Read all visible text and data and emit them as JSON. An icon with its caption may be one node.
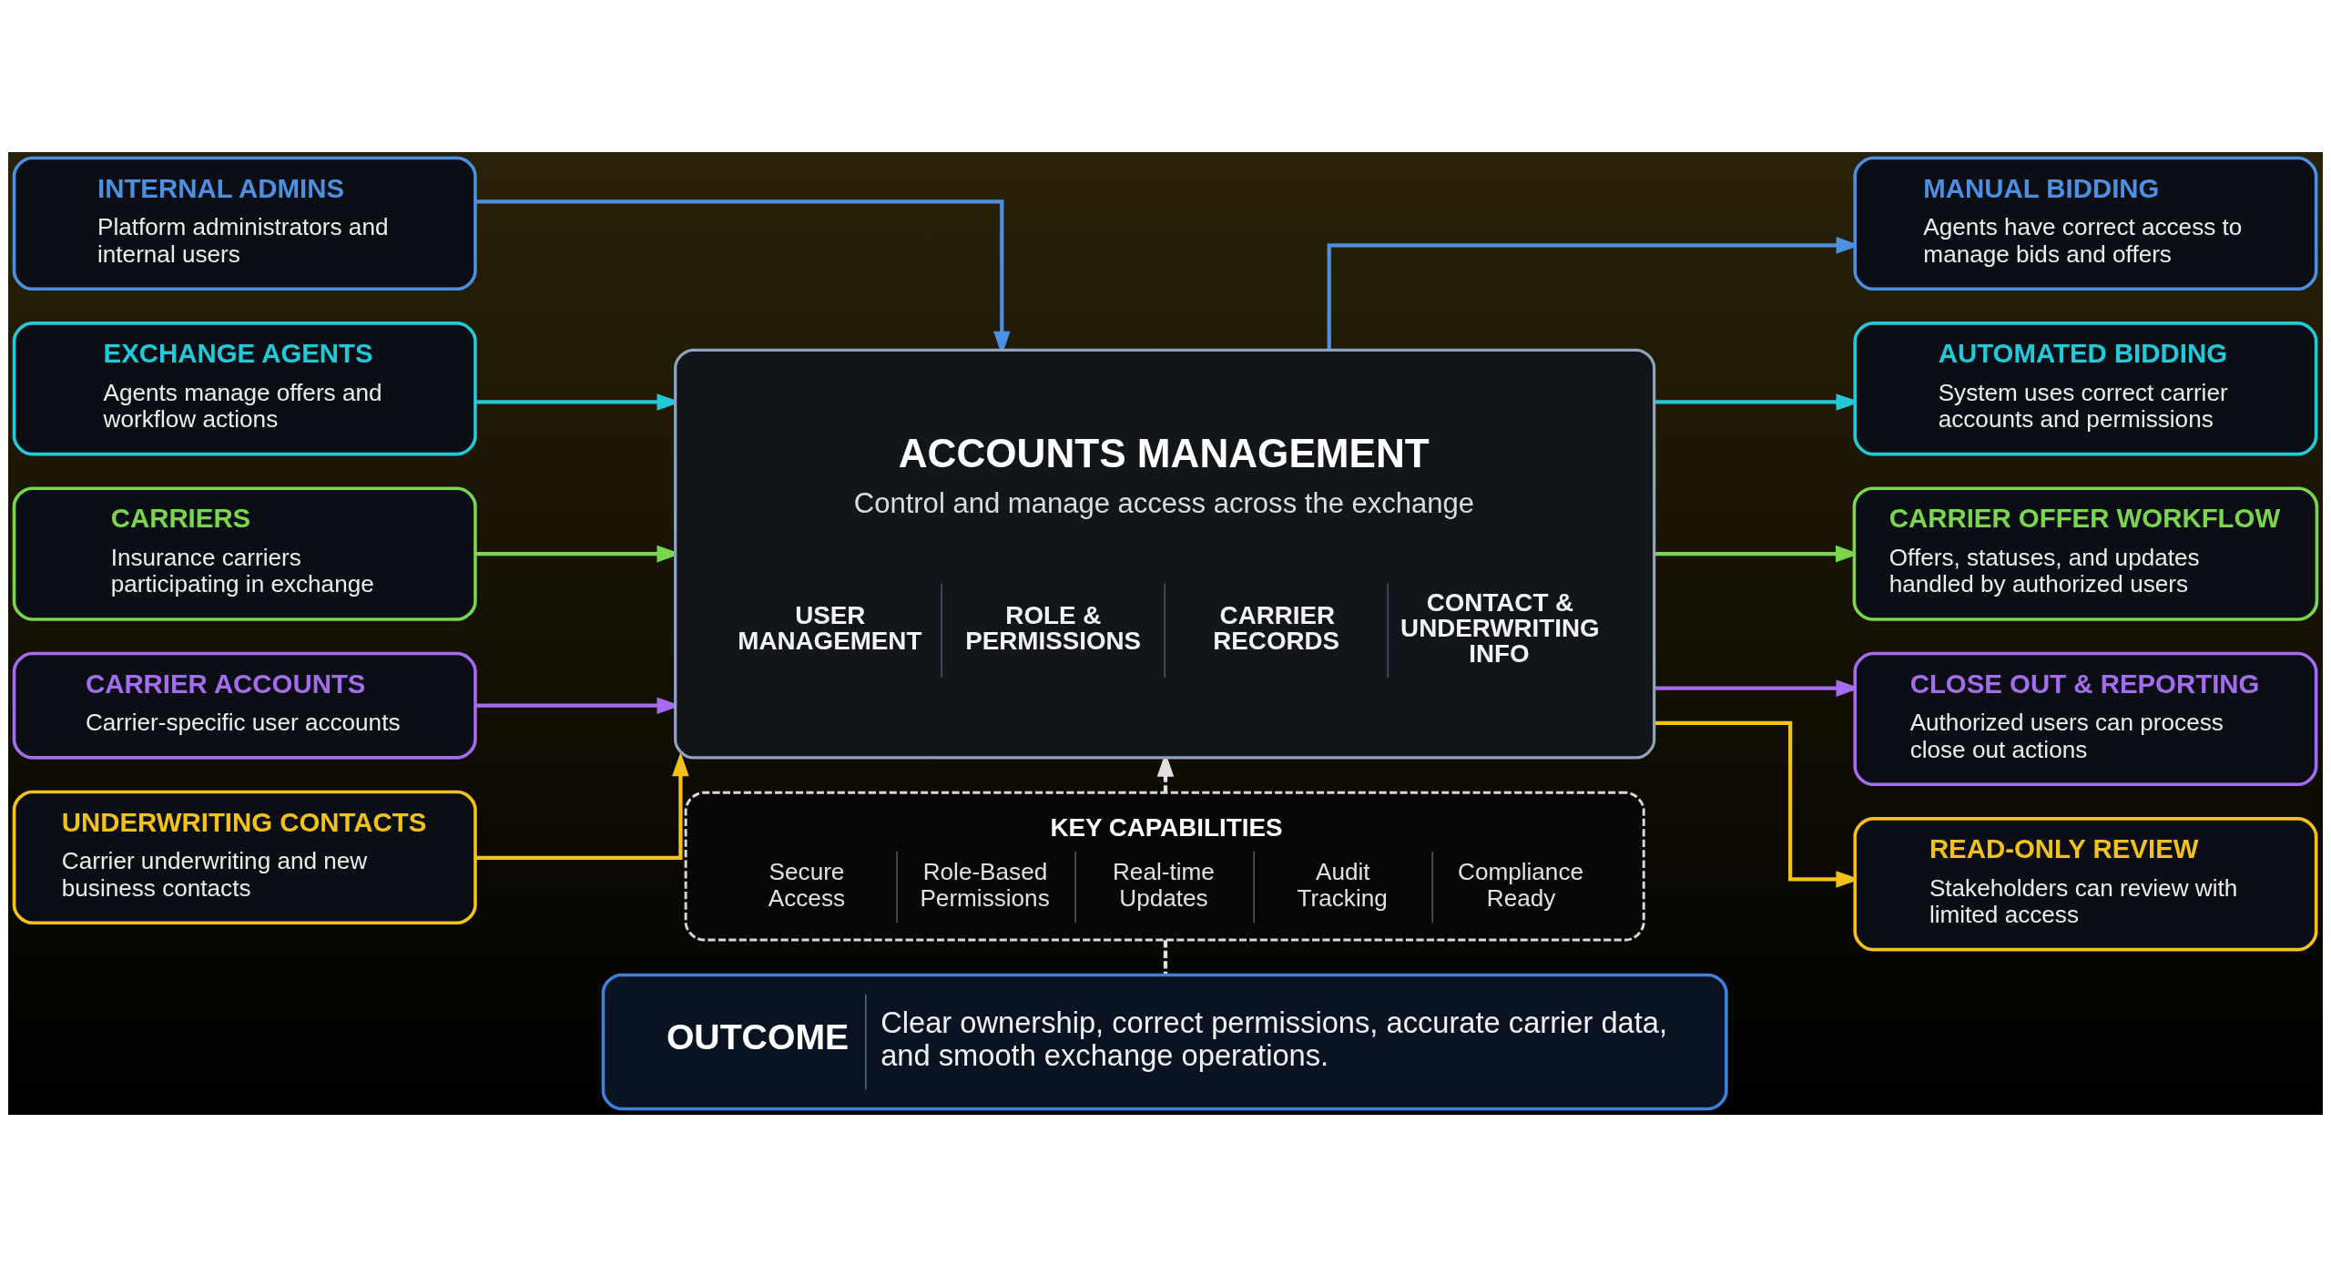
{
  "diagram": {
    "nodes": [
      {
        "text": [
          "INTERNAL ADMINS",
          "Platform administrators and internal users"
        ]
      },
      {
        "text": [
          "EXCHANGE AGENTS",
          "Agents manage offers and workflow actions"
        ]
      },
      {
        "text": [
          "CARRIERS",
          "Insurance carriers participating in exchange"
        ]
      },
      {
        "text": [
          "CARRIER ACCOUNTS",
          "Carrier-specific user accounts"
        ]
      },
      {
        "text": [
          "UNDERWRITING CONTACTS",
          "Carrier underwriting and new business contacts"
        ]
      },
      {
        "text": [
          "ACCOUNTS MANAGEMENT",
          "Control and manage access across the exchange",
          "USER MANAGEMENT",
          "ROLE & PERMISSIONS",
          "CARRIER RECORDS",
          "CONTACT & UNDERWRITING INFO"
        ]
      },
      {
        "text": [
          "MANUAL BIDDING",
          "Agents have correct access to manage bids and offers"
        ]
      },
      {
        "text": [
          "AUTOMATED BIDDING",
          "System uses correct carrier accounts and permissions"
        ]
      },
      {
        "text": [
          "CARRIER OFFER WORKFLOW",
          "Offers, statuses, and updates handled by authorized users"
        ]
      },
      {
        "text": [
          "CLOSE OUT & REPORTING",
          "Authorized users can process close out actions"
        ]
      },
      {
        "text": [
          "READ-ONLY REVIEW",
          "Stakeholders can review with limited access"
        ]
      },
      {
        "text": [
          "KEY CAPABILITIES",
          "Secure Access",
          "Role-Based Permissions",
          "Real-time Updates",
          "Audit Tracking",
          "Compliance Ready"
        ]
      },
      {
        "text": [
          "OUTCOME",
          "Clear ownership, correct permissions, accurate carrier data, and smooth exchange operations."
        ]
      }
    ],
    "edges": [
      {
        "from": 0,
        "to": 5,
        "arrow": "to",
        "color": "#4d8fe0"
      },
      {
        "from": 1,
        "to": 5,
        "arrow": "to",
        "color": "#22c9d8"
      },
      {
        "from": 2,
        "to": 5,
        "arrow": "to",
        "color": "#7bd64f"
      },
      {
        "from": 3,
        "to": 5,
        "arrow": "to",
        "color": "#a56cf0"
      },
      {
        "from": 4,
        "to": 5,
        "arrow": "to",
        "color": "#f2c21b"
      },
      {
        "from": 5,
        "to": 6,
        "arrow": "to",
        "color": "#4d8fe0"
      },
      {
        "from": 5,
        "to": 7,
        "arrow": "to",
        "color": "#22c9d8"
      },
      {
        "from": 5,
        "to": 8,
        "arrow": "to",
        "color": "#7bd64f"
      },
      {
        "from": 5,
        "to": 9,
        "arrow": "to",
        "color": "#a56cf0"
      },
      {
        "from": 5,
        "to": 10,
        "arrow": "to",
        "color": "#f2c21b"
      },
      {
        "from": 11,
        "to": 5,
        "arrow": "to",
        "style": "dashed",
        "color": "#e0e0e0"
      },
      {
        "from": 11,
        "to": 12,
        "arrow": "none",
        "style": "dashed",
        "color": "#e0e0e0"
      }
    ]
  }
}
